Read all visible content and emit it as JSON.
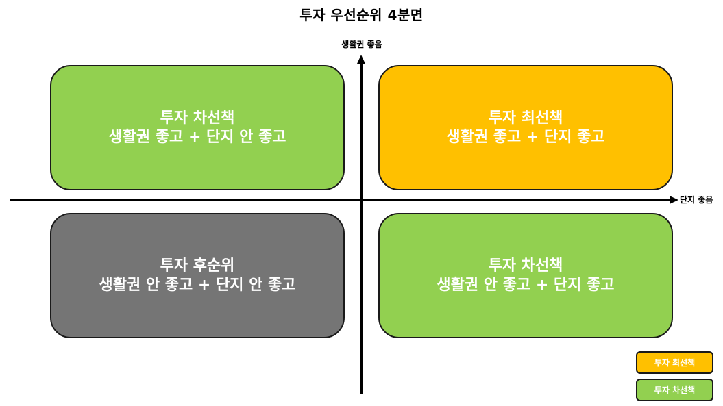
{
  "title": "투자 우선순위 4분면",
  "axes": {
    "y_label": "생활권 좋음",
    "x_label": "단지 좋음"
  },
  "colors": {
    "best": "#FFC000",
    "second": "#92D050",
    "last": "#757575",
    "border": "#1a1a1a",
    "text": "#FFFFFF"
  },
  "quadrants": {
    "top_left": {
      "title": "투자 차선책",
      "subtitle": "생활권 좋고 + 단지 안 좋고",
      "color": "#92D050"
    },
    "top_right": {
      "title": "투자 최선책",
      "subtitle": "생활권 좋고 + 단지 좋고",
      "color": "#FFC000"
    },
    "bottom_left": {
      "title": "투자 후순위",
      "subtitle": "생활권 안 좋고 + 단지 안 좋고",
      "color": "#757575"
    },
    "bottom_right": {
      "title": "투자 차선책",
      "subtitle": "생활권 안 좋고 + 단지 좋고",
      "color": "#92D050"
    }
  },
  "legend": [
    {
      "label": "투자 최선책",
      "color": "#FFC000"
    },
    {
      "label": "투자 차선책",
      "color": "#92D050"
    }
  ]
}
